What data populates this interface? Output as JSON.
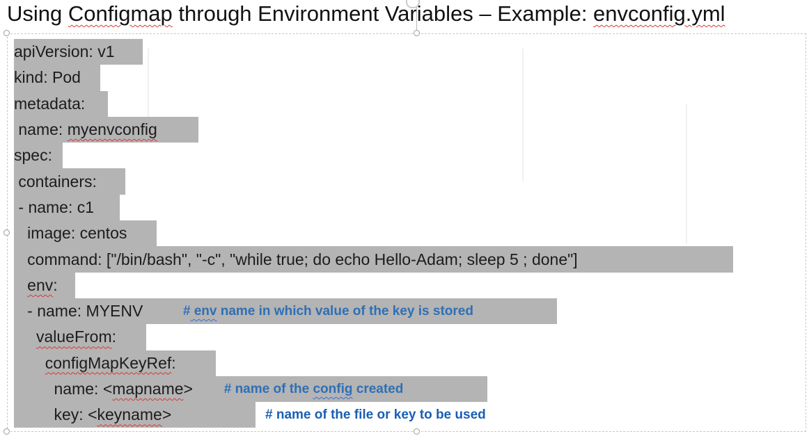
{
  "title": {
    "prefix": "Using ",
    "configmap_word": "Configmap",
    "middle": " through Environment Variables – Example: ",
    "filename": "envconfig.yml"
  },
  "code": {
    "line1": "apiVersion: v1",
    "line2": "kind: Pod",
    "line3": "metadata:",
    "line4_key": " name: ",
    "line4_val": "myenvconfig",
    "line5": "spec:",
    "line6": " containers:",
    "line7": " - name: c1",
    "line8": "   image: centos",
    "line9": "   command: [\"/bin/bash\", \"-c\", \"while true; do echo Hello-Adam; sleep 5 ; done\"]",
    "line10_key": "   ",
    "line10_val": "env",
    "line10_tail": ":",
    "line11": "   - name: MYENV         ",
    "line11_comment": "# env name in which value of the key is stored",
    "line12_pre": "     ",
    "line12_val": "valueFrom",
    "line12_tail": ":",
    "line13_pre": "       ",
    "line13_val": "configMapKeyRef",
    "line13_tail": ":",
    "line14_key": "         name: <",
    "line14_val": "mapname",
    "line14_tail": ">       ",
    "line14_comment_a": "# name of the ",
    "line14_comment_b": "config",
    "line14_comment_c": " created",
    "line15_key": "         key: <",
    "line15_val": "keyname",
    "line15_tail": ">",
    "line15_comment": "# name of the file or key to be used"
  },
  "colors": {
    "highlight": "#b4b4b4",
    "comment_blue": "#2f6fb6",
    "squiggle_red": "#d23a3a"
  }
}
